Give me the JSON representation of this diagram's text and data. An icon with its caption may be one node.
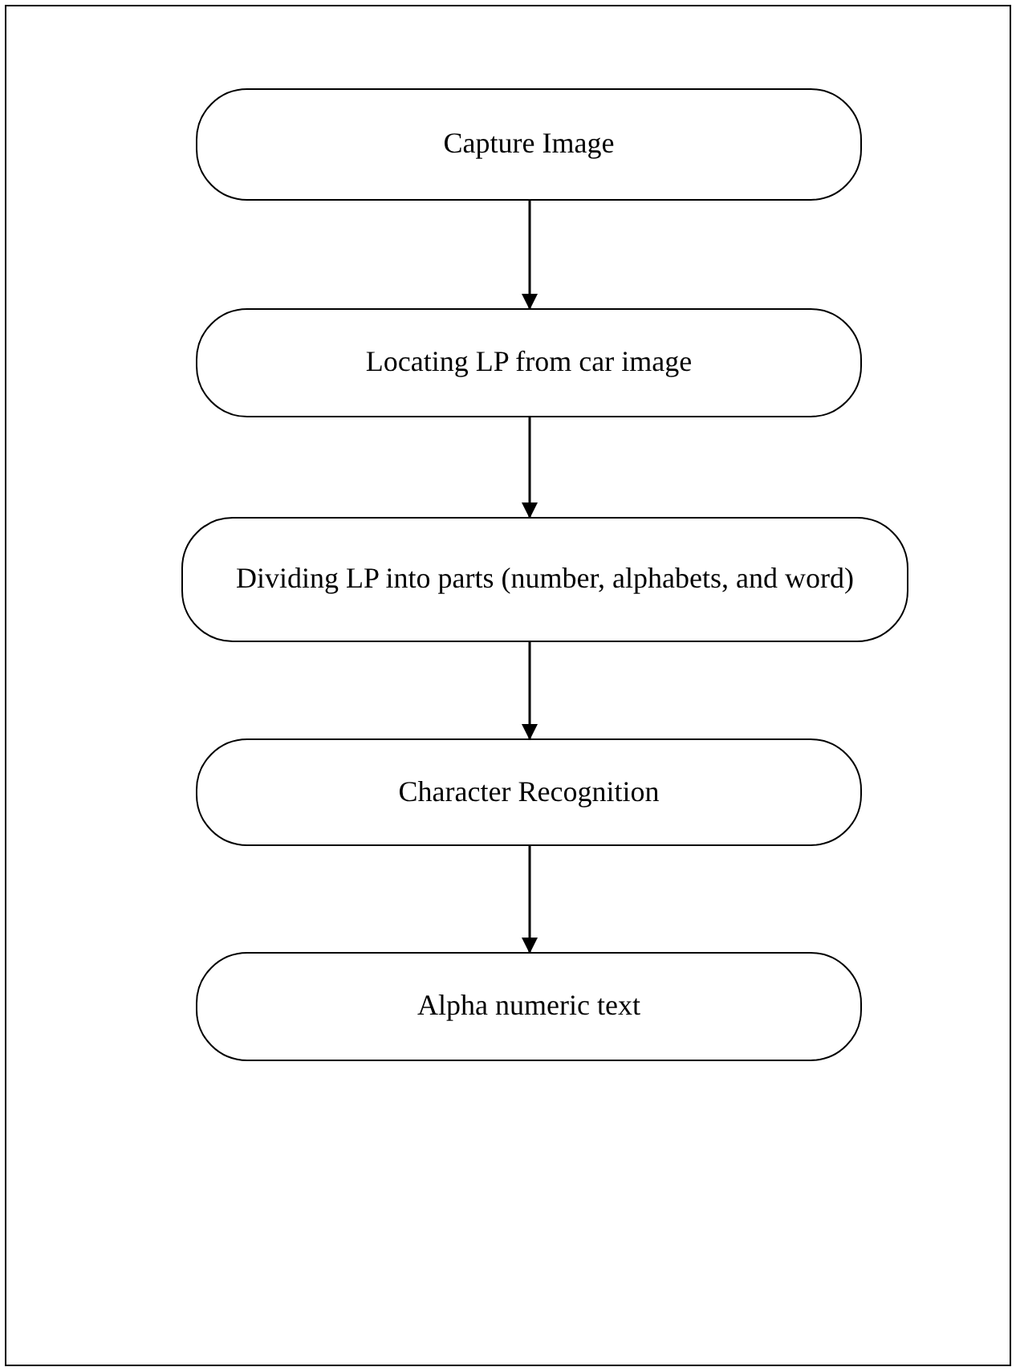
{
  "diagram": {
    "nodes": [
      {
        "text": [
          "Capture Image"
        ]
      },
      {
        "text": [
          "Locating LP from car image"
        ]
      },
      {
        "text": [
          "Dividing LP into parts (number, alphabets, and word)"
        ]
      },
      {
        "text": [
          "Character Recognition"
        ]
      },
      {
        "text": [
          "Alpha numeric text"
        ]
      }
    ],
    "edges": [
      {
        "from": 0,
        "to": 1,
        "arrow": "to"
      },
      {
        "from": 1,
        "to": 2,
        "arrow": "to"
      },
      {
        "from": 2,
        "to": 3,
        "arrow": "to"
      },
      {
        "from": 3,
        "to": 4,
        "arrow": "to"
      }
    ]
  }
}
